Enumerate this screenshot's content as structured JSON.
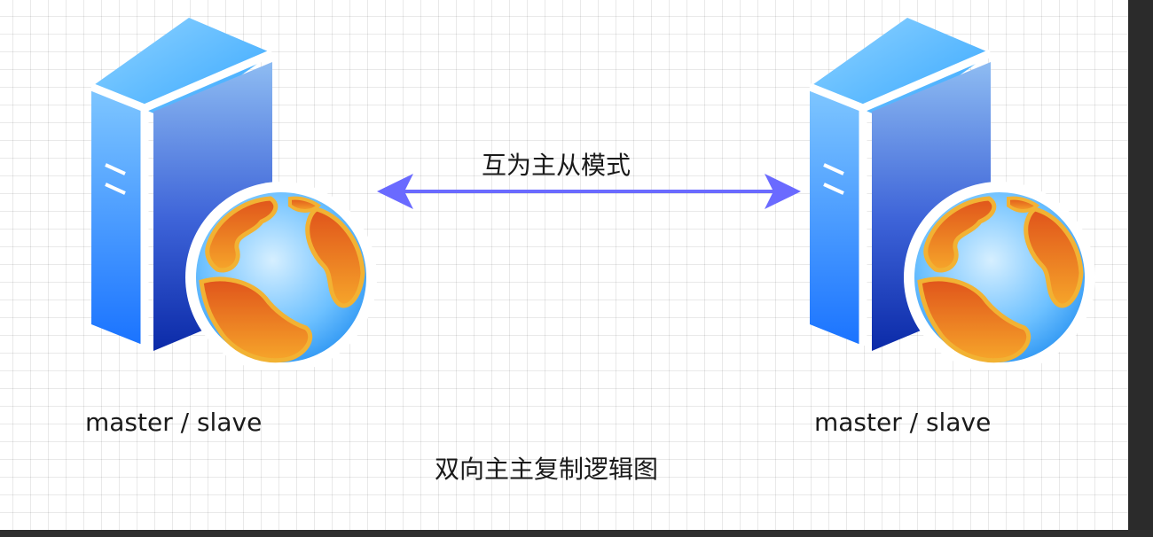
{
  "diagram": {
    "nodes": [
      {
        "id": "left",
        "label": "master / slave",
        "icon": "server-globe-icon"
      },
      {
        "id": "right",
        "label": "master / slave",
        "icon": "server-globe-icon"
      }
    ],
    "edge": {
      "label": "互为主从模式",
      "direction": "bidirectional",
      "color": "#6a6aff"
    },
    "caption": "双向主主复制逻辑图"
  }
}
